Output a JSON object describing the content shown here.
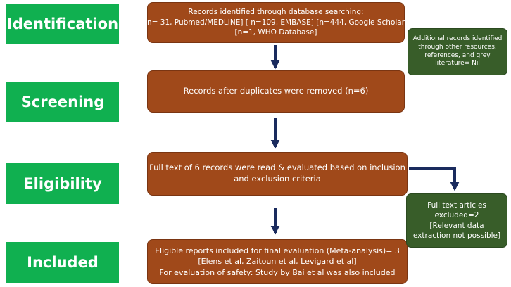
{
  "stages": {
    "identification": "Identification",
    "screening": "Screening",
    "eligibility": "Eligibility",
    "included": "Included"
  },
  "boxes": {
    "identification": [
      "Records identified through database searching:",
      "[n= 31, Pubmed/MEDLINE] [ n=109, EMBASE] [n=444, Google Scholar]",
      "[n=1, WHO Database]"
    ],
    "screening": [
      "Records after duplicates were removed (n=6)"
    ],
    "eligibility": [
      "Full text of 6 records were read & evaluated based on inclusion",
      "and exclusion criteria"
    ],
    "included": [
      "Eligible reports included for final evaluation (Meta-analysis)= 3",
      "[Elens et al, Zaitoun et al, Levigard et al]",
      "For evaluation of safety: Study by Bai et al was also included"
    ]
  },
  "side_boxes": {
    "additional": [
      "Additional records identified",
      "through other resources,",
      "references, and grey",
      "literature= Nil"
    ],
    "excluded": [
      "Full text articles",
      "excluded=2",
      "[Relevant data",
      "extraction not possible]"
    ]
  },
  "colors": {
    "stage_green": "#10b050",
    "box_brown": "#a0491a",
    "side_green": "#385d29",
    "arrow_navy": "#1a2b5e"
  }
}
